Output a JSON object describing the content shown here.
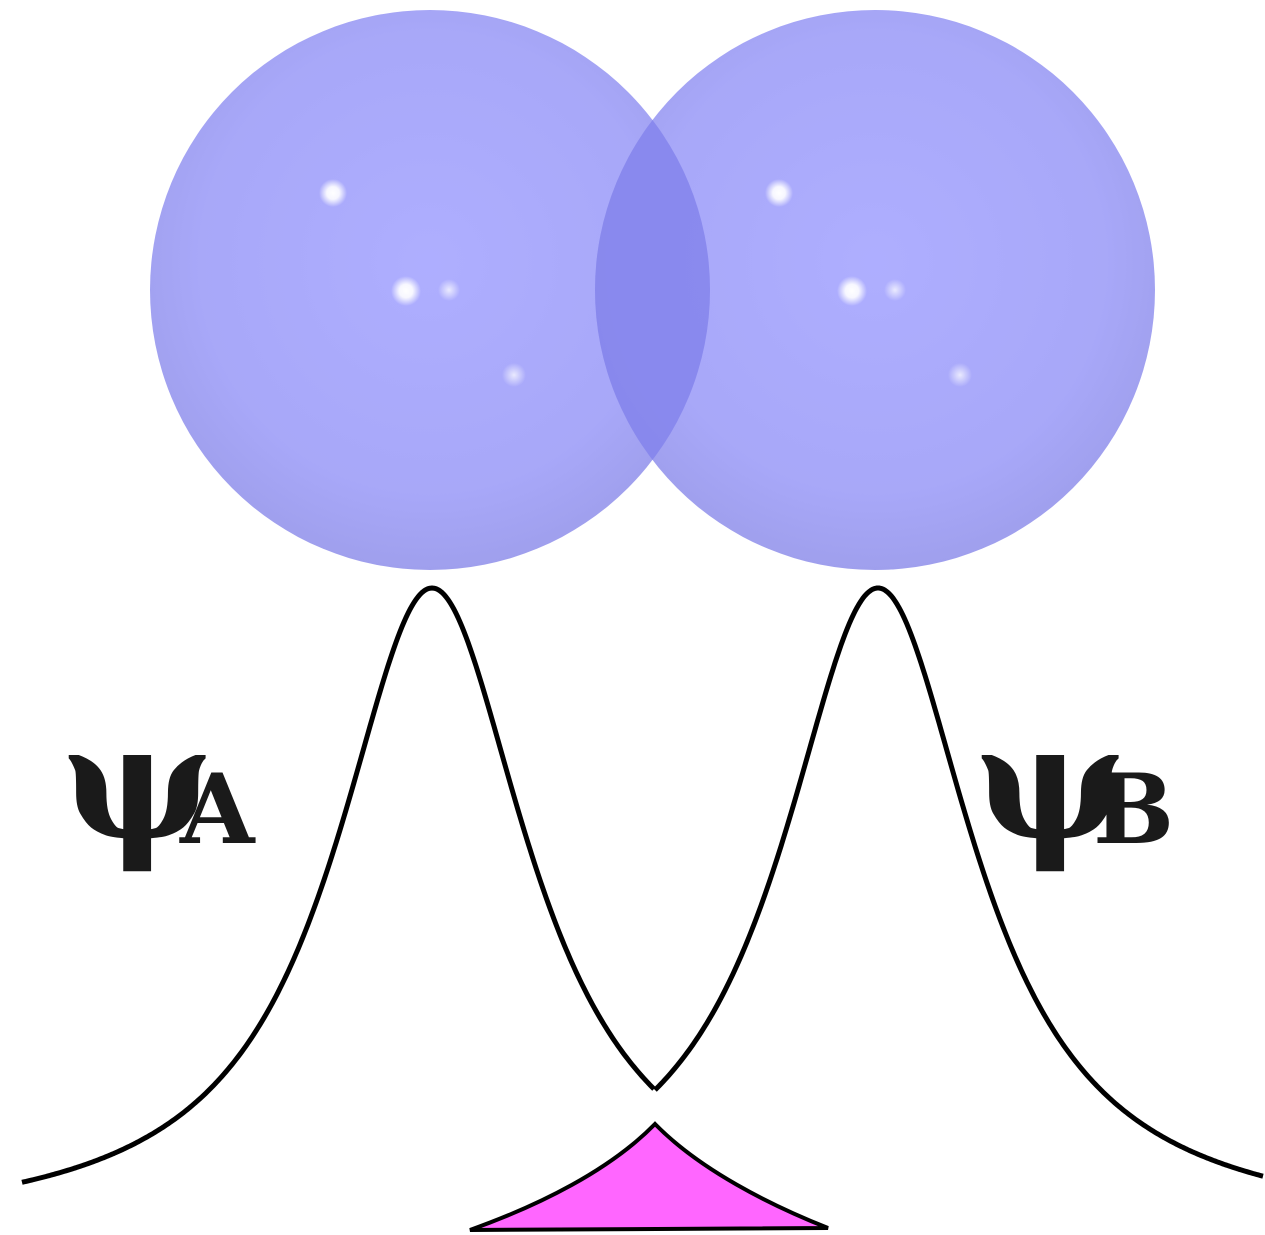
{
  "diagram": {
    "labels": {
      "psi_a": "ψ",
      "psi_a_sub": "A",
      "psi_b": "ψ",
      "psi_b_sub": "B"
    },
    "colors": {
      "sphere": "#a3a3f8",
      "sphere_overlap": "#8a8af0",
      "highlight": "#ffffff",
      "curve": "#000000",
      "overlap_fill": "#ff66ff",
      "background": "#ffffff"
    }
  }
}
